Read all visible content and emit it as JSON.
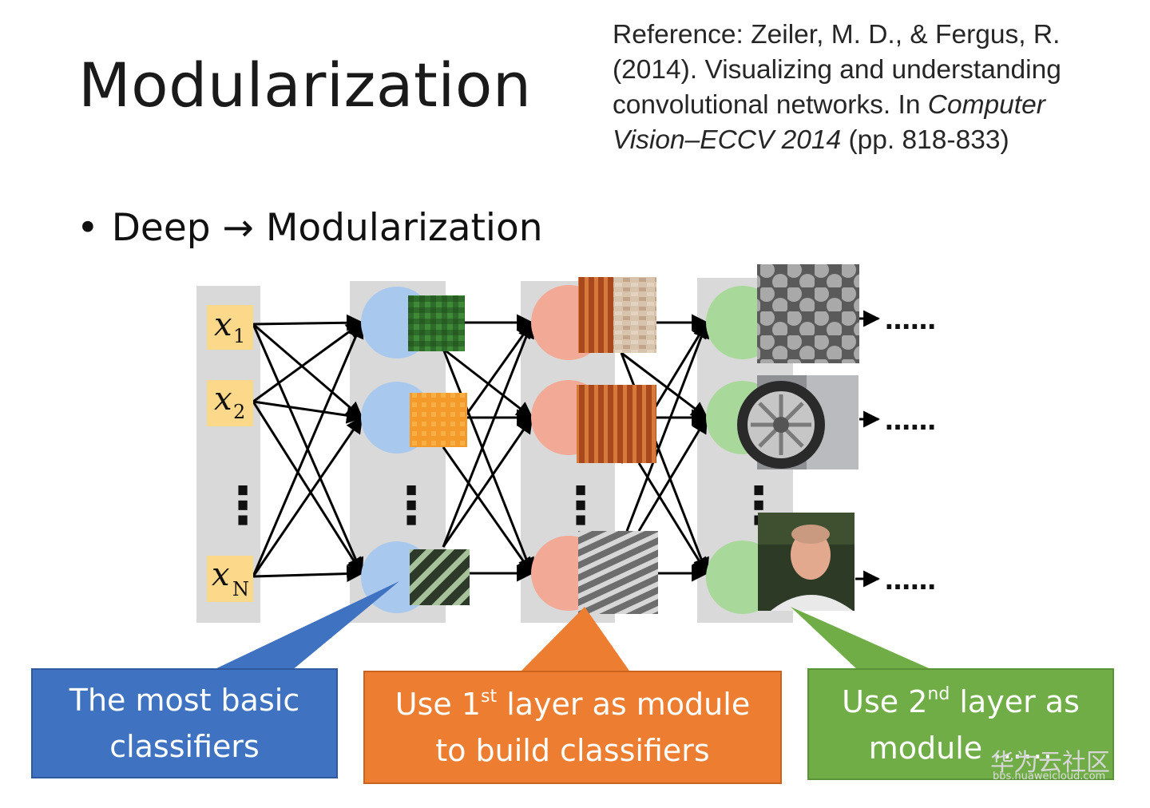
{
  "title": "Modularization",
  "reference": {
    "line1": "Reference: Zeiler, M. D., & Fergus, R.",
    "line2": "(2014). Visualizing and understanding",
    "line3_pre": "convolutional networks. In ",
    "line3_ital": "Computer",
    "line4_ital": "Vision–ECCV 2014",
    "line4_post": " (pp. 818-833)"
  },
  "bullet": {
    "symbol": "•",
    "text": "Deep → Modularization"
  },
  "inputs": {
    "x": "x",
    "x1_sub": "1",
    "x2_sub": "2",
    "xn_sub": "N"
  },
  "ellipsis_vertical": "⋮",
  "ellipsis_output": "……",
  "callouts": {
    "blue": {
      "line1": "The most basic",
      "line2": "classifiers",
      "color": "#3f73c2"
    },
    "orange": {
      "line1_pre": "Use 1",
      "line1_sup": "st",
      "line1_post": " layer as module",
      "line2": "to build classifiers",
      "color": "#ed7d31"
    },
    "green": {
      "line1_pre": "Use 2",
      "line1_sup": "nd",
      "line1_post": " layer as",
      "line2": "module ……",
      "color": "#70ad47"
    }
  },
  "colors": {
    "input_box": "#fcd88a",
    "layer1_node": "#a8c8ee",
    "layer2_node": "#f2aa96",
    "layer3_node": "#a8d89a",
    "column_bg": "#d9d9d9"
  },
  "watermark": {
    "text": "华为云社区",
    "url": "bbs.huaweicloud.com"
  }
}
